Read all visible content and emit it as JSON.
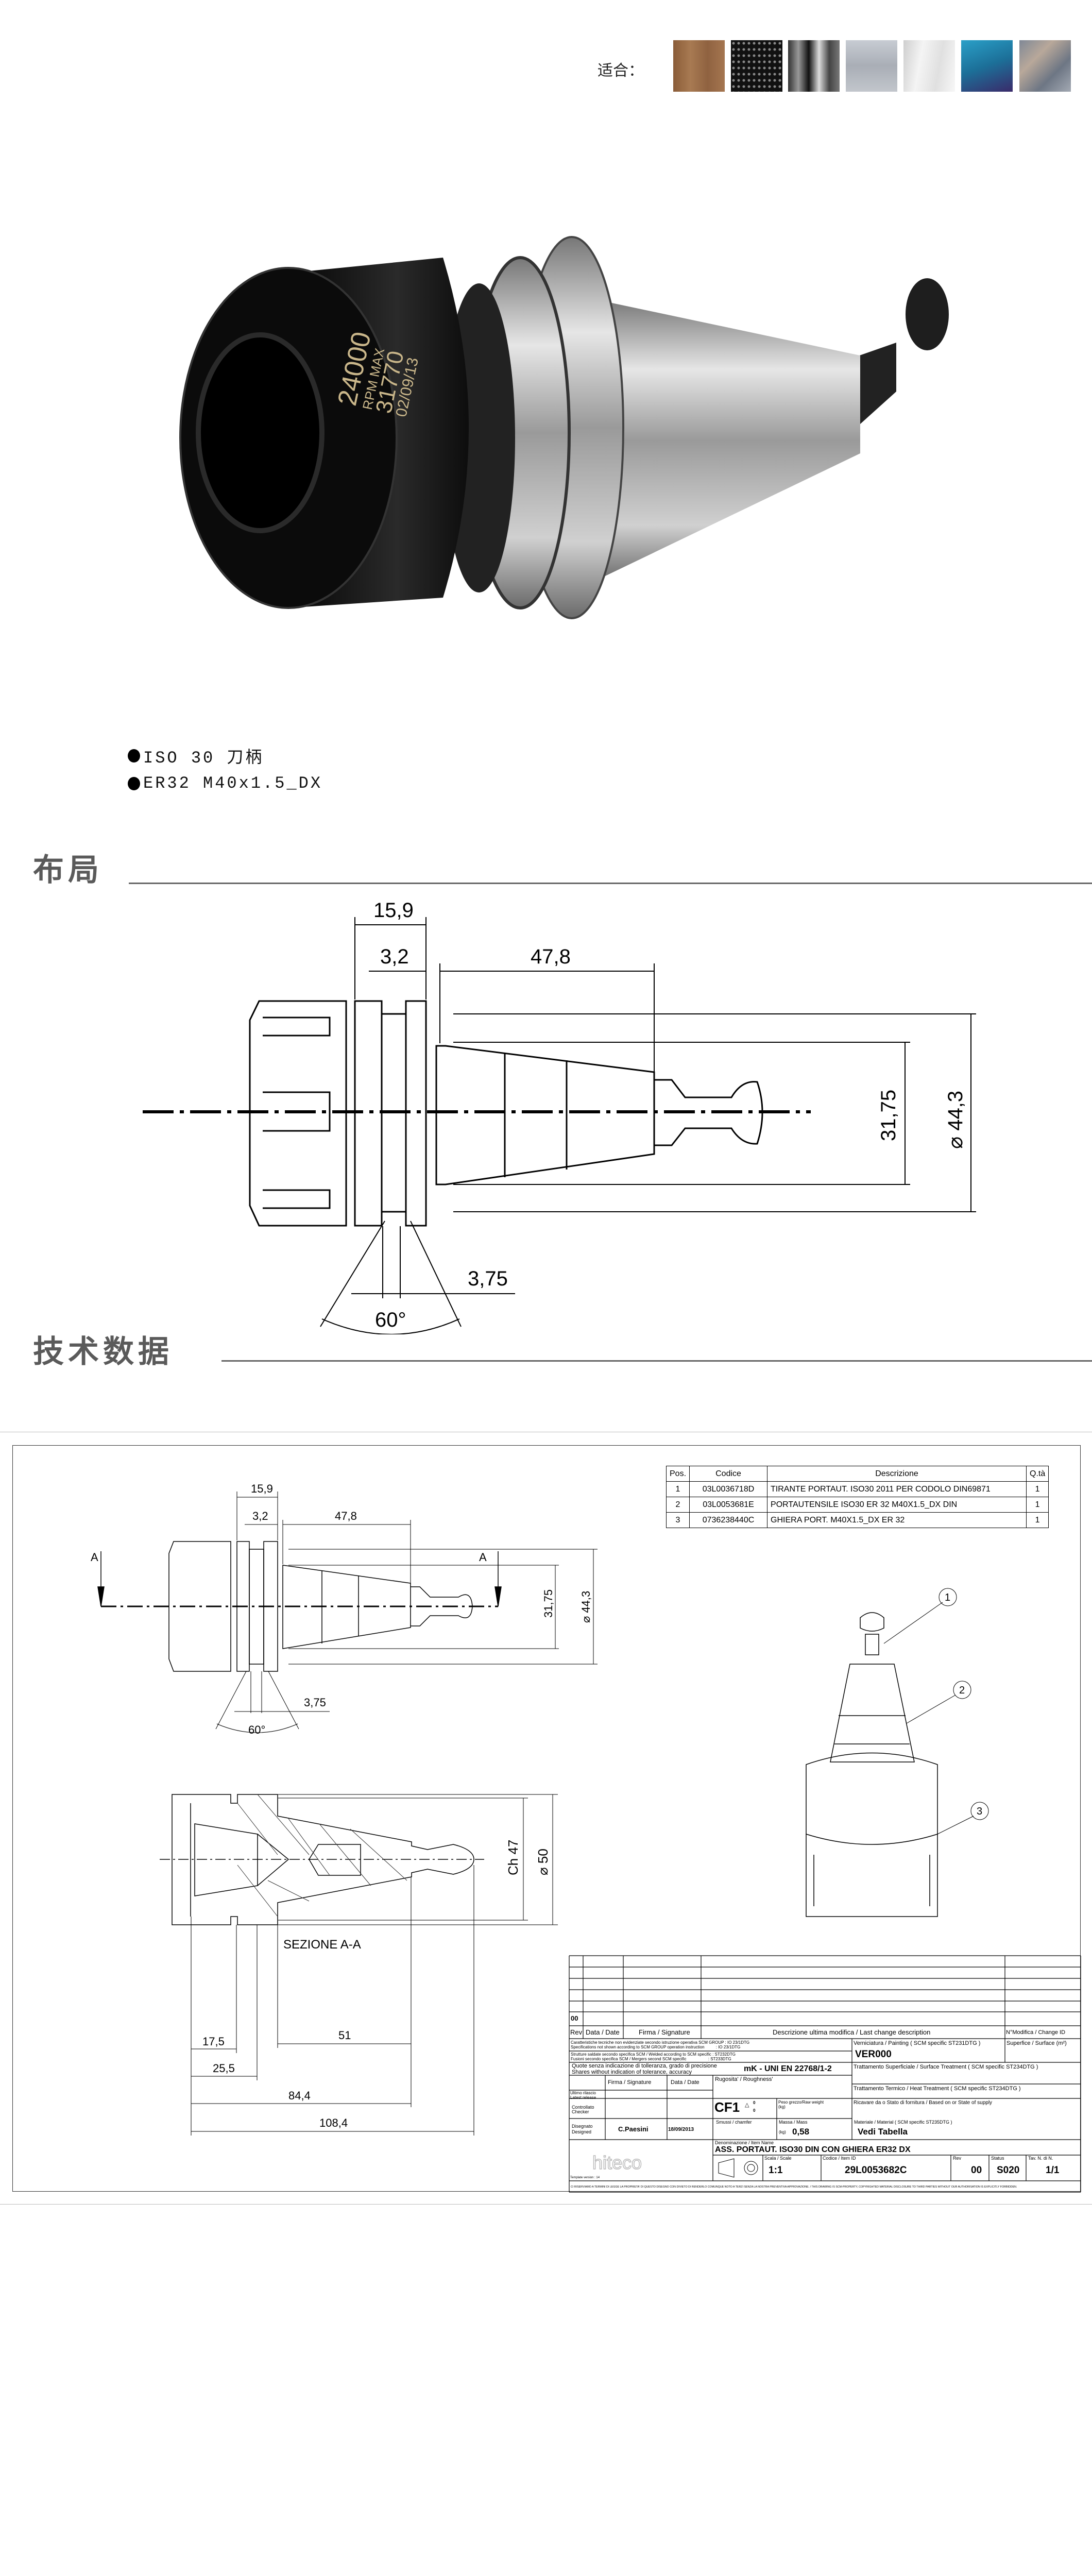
{
  "suitable": {
    "label": "适合：",
    "swatches": [
      {
        "material": "wood",
        "color": "#9b6c45"
      },
      {
        "material": "black-mesh",
        "color": "#1a1a1a"
      },
      {
        "material": "dark-chrome",
        "color": "#555555"
      },
      {
        "material": "brushed-steel",
        "color": "#b5bac2"
      },
      {
        "material": "white-gloss",
        "color": "#dedede"
      },
      {
        "material": "blue-glass",
        "color": "#2a8ab8"
      },
      {
        "material": "marble",
        "color": "#8c93a0"
      }
    ]
  },
  "product_photo": {
    "engraving": [
      "24000",
      "RPM MAX",
      "31770",
      "02/09/13"
    ]
  },
  "features": [
    "ISO 30 刀柄",
    "ER32 M40x1.5_DX"
  ],
  "sections": {
    "layout": "布局",
    "tech_data": "技术数据"
  },
  "layout_drawing": {
    "dims": {
      "overall": "15,9",
      "flange": "3,2",
      "cone": "47,8",
      "groove": "3,75",
      "angle": "60°",
      "cone_dia": "31,75",
      "flange_dia": "⌀ 44,3"
    }
  },
  "tech_drawing": {
    "view_dims": {
      "overall": "15,9",
      "flange": "3,2",
      "cone": "47,8",
      "groove": "3,75",
      "angle": "60°",
      "cone_dia": "31,75",
      "flange_dia": "⌀ 44,3",
      "section_mark": "A"
    },
    "section": {
      "title": "SEZIONE A-A",
      "dims": {
        "d17_5": "17,5",
        "d25_5": "25,5",
        "d51": "51",
        "d84_4": "84,4",
        "d108_4": "108,4",
        "ch": "Ch 47",
        "dia": "⌀ 50"
      }
    },
    "parts_table": {
      "headers": [
        "Pos.",
        "Codice",
        "Descrizione",
        "Q.tà"
      ],
      "rows": [
        [
          "1",
          "03L0036718D",
          "TIRANTE PORTAUT. ISO30 2011 PER CODOLO DIN69871",
          "1"
        ],
        [
          "2",
          "03L0053681E",
          "PORTAUTENSILE ISO30 ER 32 M40X1.5_DX DIN",
          "1"
        ],
        [
          "3",
          "0736238440C",
          "GHIERA PORT. M40X1.5_DX ER 32",
          "1"
        ]
      ]
    },
    "callouts": [
      "1",
      "2",
      "3"
    ],
    "title_block": {
      "rev_value": "00",
      "rev_header": {
        "rev": "Rev",
        "date": "Data / Date",
        "sign": "Firma / Signature",
        "desc": "Descrizione ultima modifica / Last change description",
        "change_id": "N°Modifica / Change ID"
      },
      "spec_line1": "Caratteristiche tecniche non evidenziate secondo istruzione operativa SCM GROUP : IO 23/1DTG",
      "spec_line2": "Specifications not shown according to SCM GROUP operation instruction          : IO 23/1DTG",
      "weld_line1": "Strutture saldate secondo specifica SCM / Welded according to SCM specific  : ST232DTG",
      "weld_line2": "Fusioni secondo specifica SCM / Mergers second SCM specific                   : ST233DTG",
      "tol_line1": "Quote senza indicazione di tolleranza, grado di precisione",
      "tol_line2": "Shares without indication of tolerance, accuracy",
      "tol_value": "mK - UNI EN 22768/1-2",
      "painting_label": "Verniciatura / Painting ( SCM specific ST231DTG )",
      "painting_value": "VER000",
      "surface_label": "Superfice / Surface (m²)",
      "surf_treat_label": "Trattamento Superficiale / Surface Treatment ( SCM specific ST234DTG )",
      "heat_treat_label": "Trattamento Termico / Heat Treatment ( SCM specific ST234DTG )",
      "sign_header": "Firma / Signature",
      "date_header": "Data / Date",
      "roughness_label": "Rugosita' / Roughness'",
      "latest_release": "Ultimo rilascio\nLatest release",
      "checker": "Controllato\nChecker",
      "designer_label": "Disegnato\nDesigned",
      "designer_name": "C.Paesini",
      "designed_date": "18/09/2013",
      "cf": "CF1",
      "cf_vals": [
        "0",
        "0"
      ],
      "raw_weight_label": "Peso grezzo/Raw weight\n(kg)",
      "supply_label": "Ricavare da o Stato di fornitura / Based on or State of supply",
      "chamfer_label": "Smussi / chamfer",
      "mass_label": "Massa  / Mass",
      "mass_unit": "(kg)",
      "mass_value": "0,58",
      "material_label": "Materiale / Material ( SCM specific ST235DTG )",
      "material_value": "Vedi Tabella",
      "logo": "hiteco",
      "template_version": "Template version : 14",
      "item_name_label": "Denominazione / Item Name",
      "item_name": "ASS. PORTAUT. ISO30 DIN CON GHIERA ER32 DX",
      "scale_label": "Scala / Scale",
      "scale_value": "1:1",
      "item_id_label": "Codice / Item ID",
      "item_id": "29L0053682C",
      "rev_label": "Rev",
      "rev": "00",
      "status_label": "Status",
      "status": "S020",
      "sheet_label": "Tav. N. di N.",
      "sheet": "1/1",
      "copyright": "CI RISERVIAMO A TERMINI DI LEGGE LA PROPRIETA' DI QUESTO DISEGNO CON DIVIETO DI RENDERLO COMUNQUE NOTO A TERZI SENZA LA NOSTRA PREVENTIVA APPROVAZIONE. / THIS DRAWING IS SCM-PROPERTY, COPYRIGHTED MATERIAL DISCLOSURE TO THIRD PARTIES WITHOUT OUR AUTHORISATION IS EXPLICITLY FORBIDDEN."
    }
  }
}
